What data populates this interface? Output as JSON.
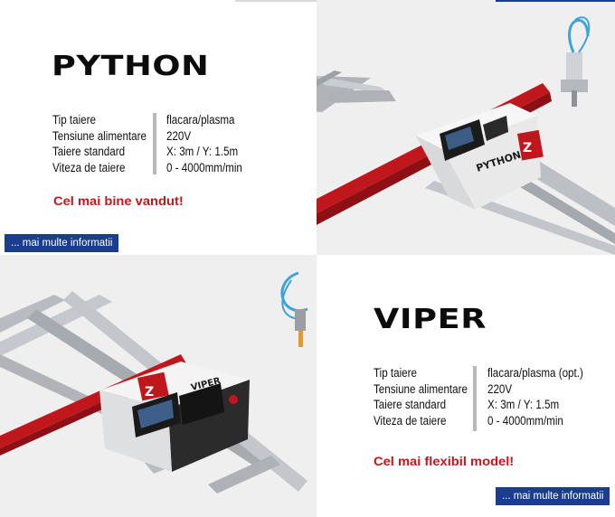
{
  "python": {
    "title": "PYTHON",
    "specs": [
      {
        "label": "Tip taiere",
        "value": "flacara/plasma"
      },
      {
        "label": "Tensiune alimentare",
        "value": "220V"
      },
      {
        "label": "Taiere standard",
        "value": "X: 3m / Y: 1.5m"
      },
      {
        "label": "Viteza de taiere",
        "value": "0 - 4000mm/min"
      }
    ],
    "tagline": "Cel mai bine vandut!",
    "more_button": "... mai multe informatii",
    "machine_name": "PYTHON",
    "brand_letter": "Z"
  },
  "viper": {
    "title": "VIPER",
    "specs": [
      {
        "label": "Tip taiere",
        "value": "flacara/plasma (opt.)"
      },
      {
        "label": "Tensiune alimentare",
        "value": "220V"
      },
      {
        "label": "Taiere standard",
        "value": "X: 3m / Y: 1.5m"
      },
      {
        "label": "Viteza de taiere",
        "value": "0 - 4000mm/min"
      }
    ],
    "tagline": "Cel mai flexibil model!",
    "more_button": "... mai multe informatii",
    "machine_name": "VIPER",
    "brand_letter": "Z"
  },
  "colors": {
    "brand_red": "#c8151b",
    "button_blue": "#1a3d8f",
    "panel_gray": "#efefef"
  }
}
